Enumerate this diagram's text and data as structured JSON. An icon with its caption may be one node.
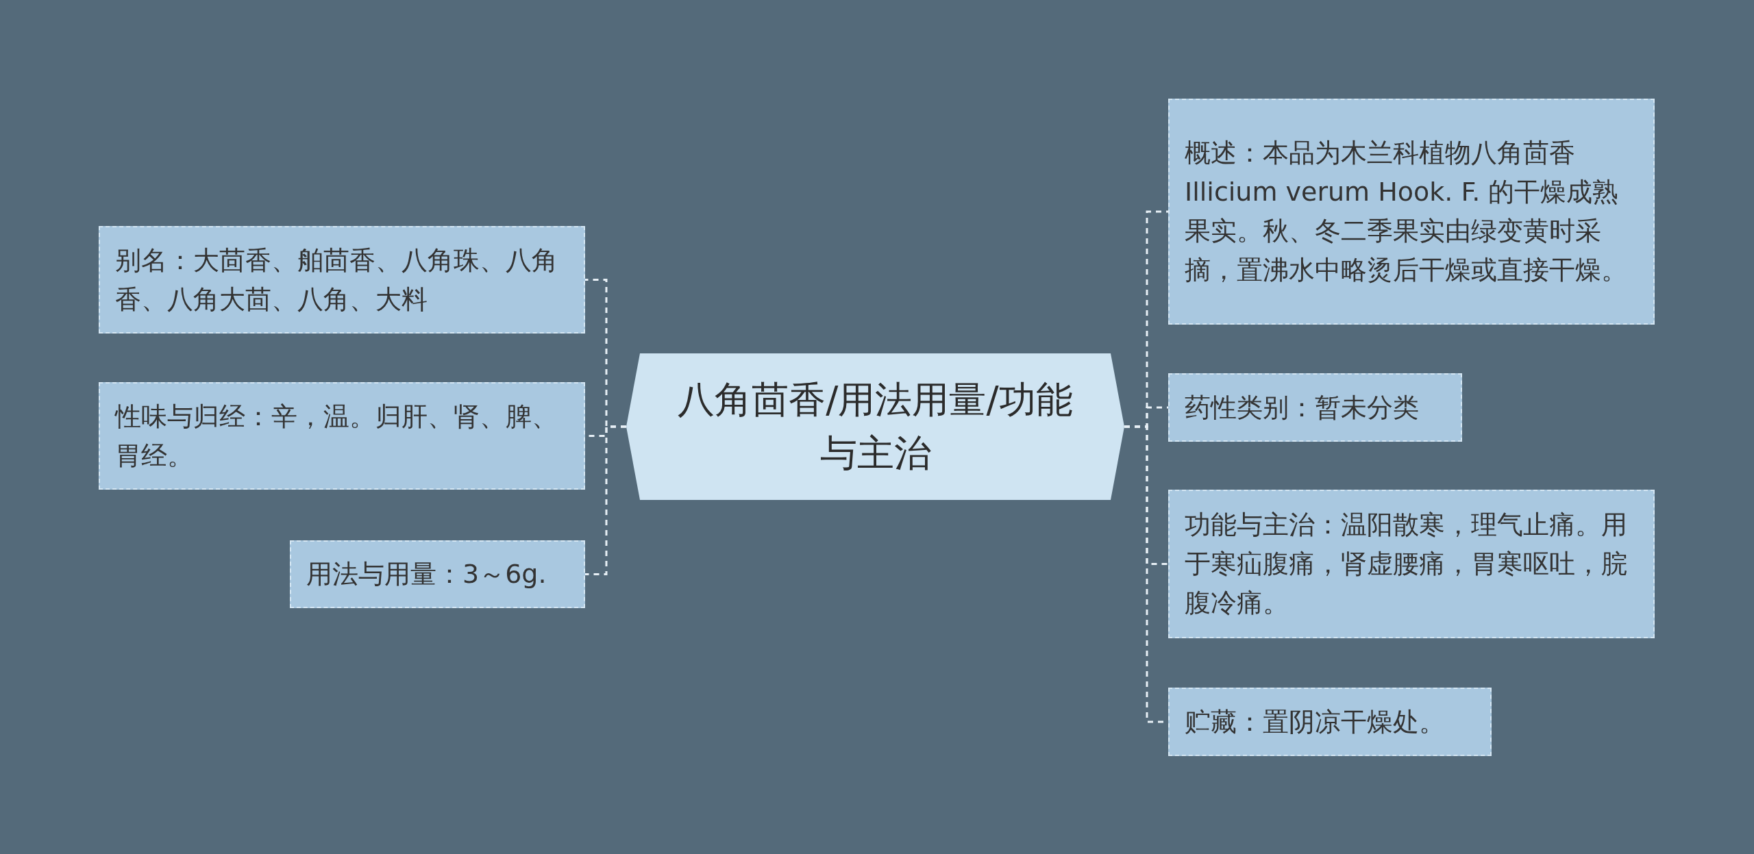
{
  "diagram": {
    "nodes": [
      {
        "text": [
          "八角茴香/用法用量/功能与主治"
        ]
      },
      {
        "text": [
          "别名：大茴香、舶茴香、八角珠、八角香、八角大茴、八角、大料"
        ]
      },
      {
        "text": [
          "性味与归经：辛，温。归肝、肾、脾、胃经。"
        ]
      },
      {
        "text": [
          "用法与用量：3～6g."
        ]
      },
      {
        "text": [
          "概述：本品为木兰科植物八角茴香Illicium verum Hook. F. 的干燥成熟果实。秋、冬二季果实由绿变黄时采摘，置沸水中略烫后干燥或直接干燥。"
        ]
      },
      {
        "text": [
          "药性类别：暂未分类"
        ]
      },
      {
        "text": [
          "功能与主治：温阳散寒，理气止痛。用于寒疝腹痛，肾虚腰痛，胃寒呕吐，脘腹冷痛。"
        ]
      },
      {
        "text": [
          "贮藏：置阴凉干燥处。"
        ]
      }
    ],
    "edges": [
      {
        "from": 0,
        "to": 1,
        "arrow": "none",
        "style": "dashed"
      },
      {
        "from": 0,
        "to": 2,
        "arrow": "none",
        "style": "dashed"
      },
      {
        "from": 0,
        "to": 3,
        "arrow": "none",
        "style": "dashed"
      },
      {
        "from": 0,
        "to": 4,
        "arrow": "none",
        "style": "dashed"
      },
      {
        "from": 0,
        "to": 5,
        "arrow": "none",
        "style": "dashed"
      },
      {
        "from": 0,
        "to": 6,
        "arrow": "none",
        "style": "dashed"
      },
      {
        "from": 0,
        "to": 7,
        "arrow": "none",
        "style": "dashed"
      }
    ]
  }
}
